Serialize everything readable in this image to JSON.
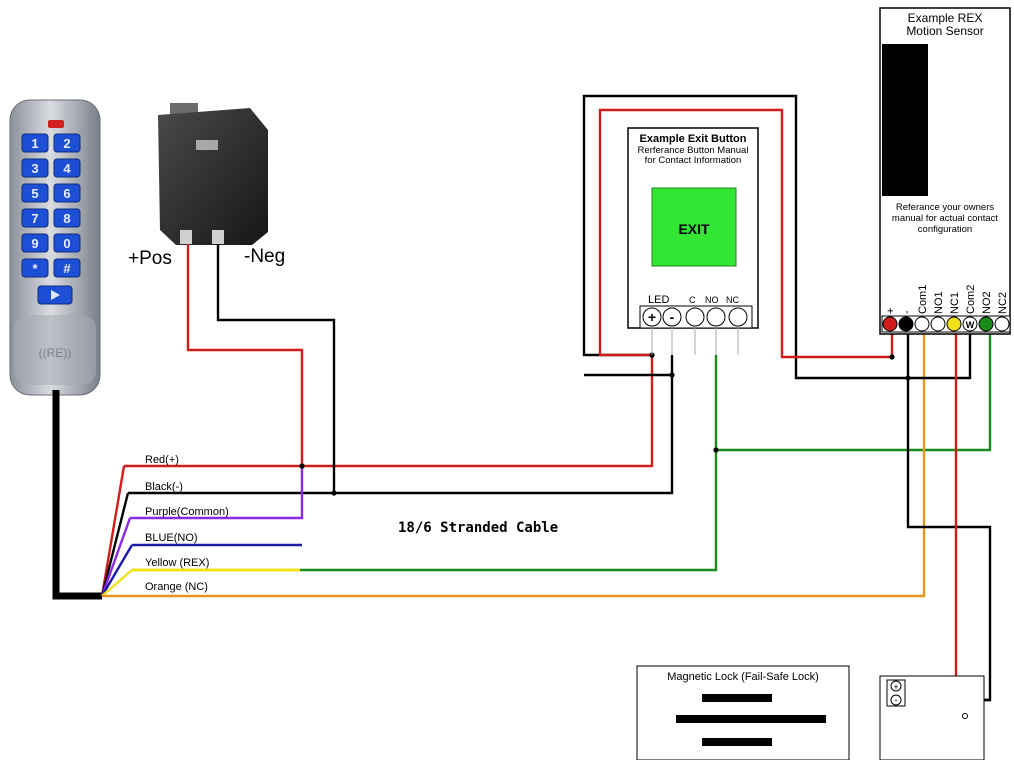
{
  "power": {
    "pos_label": "+Pos",
    "neg_label": "-Neg"
  },
  "keypad": {
    "keys": [
      "1",
      "2",
      "3",
      "4",
      "5",
      "6",
      "7",
      "8",
      "9",
      "0",
      "*",
      "#"
    ],
    "logo": "((RE))"
  },
  "cable": {
    "label": "18/6 Stranded Cable",
    "wires": [
      {
        "label": "Red(+)",
        "color": "#d11c1c"
      },
      {
        "label": "Black(-)",
        "color": "#000000"
      },
      {
        "label": "Purple(Common)",
        "color": "#8a2be2"
      },
      {
        "label": "BLUE(NO)",
        "color": "#1a1aa6"
      },
      {
        "label": "Yellow (REX)",
        "color": "#f0e01a"
      },
      {
        "label": "Orange (NC)",
        "color": "#e8971e"
      }
    ]
  },
  "exit_button": {
    "title": "Example Exit Button",
    "subtitle_1": "Rerferance Button Manual",
    "subtitle_2": "for Contact Information",
    "button_label": "EXIT",
    "led_label": "LED",
    "c_label": "C",
    "no_label": "NO",
    "nc_label": "NC",
    "plus_symbol": "+",
    "minus_symbol": "-"
  },
  "rex_sensor": {
    "title_1": "Example REX",
    "title_2": "Motion Sensor",
    "note_1": "Referance your owners",
    "note_2": "manual for actual contact",
    "note_3": "configuration",
    "terminals": [
      "+",
      "-",
      "Com1",
      "NO1",
      "NC1",
      "Com2",
      "NO2",
      "NC2"
    ],
    "w_label": "W"
  },
  "mag_lock": {
    "title": "Magnetic Lock (Fail-Safe Lock)",
    "plus_symbol": "+",
    "minus_symbol": "-"
  },
  "colors": {
    "red": "#d11c1c",
    "black": "#000000",
    "green": "#1a8a1a",
    "orange": "#e8971e",
    "purple": "#8a2be2",
    "blue": "#1a1aa6",
    "yellow": "#f0e01a",
    "exit_green": "#33e633"
  }
}
